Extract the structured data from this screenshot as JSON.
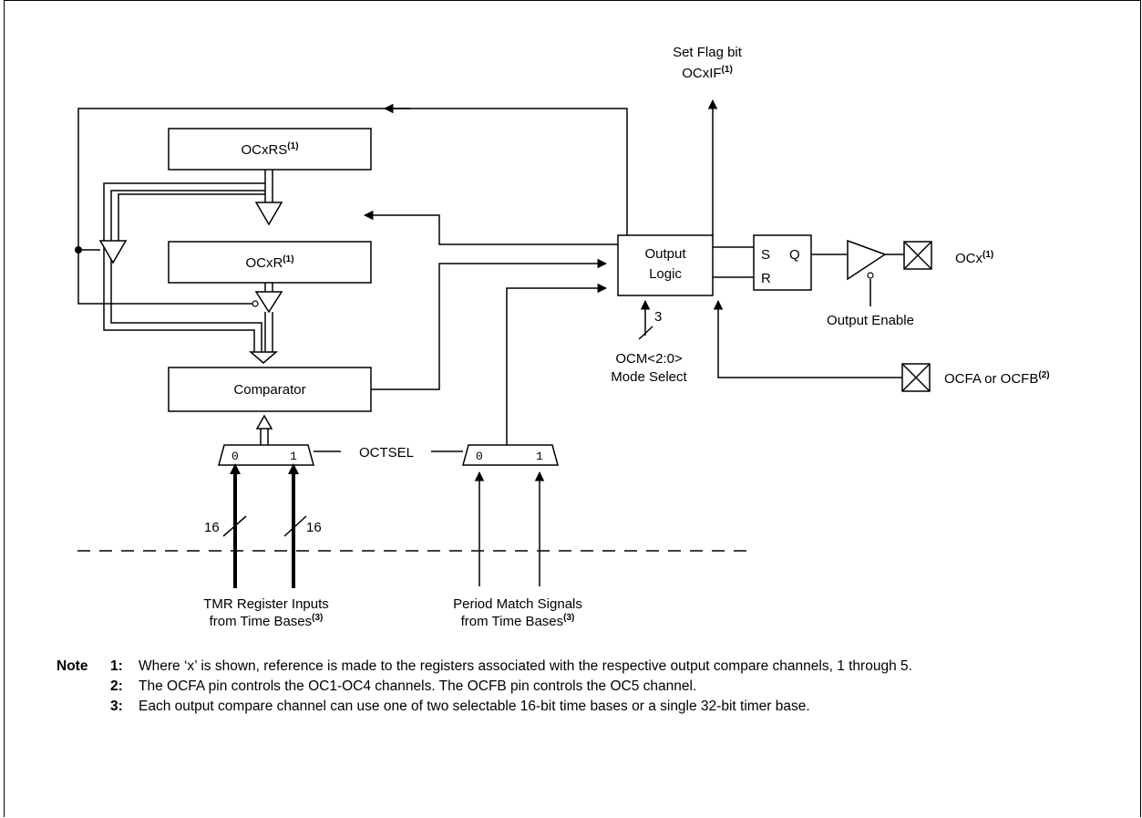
{
  "blocks": {
    "ocxrs": {
      "label": "OCxRS",
      "sup": "(1)"
    },
    "ocxr": {
      "label": "OCxR",
      "sup": "(1)"
    },
    "comparator": {
      "label": "Comparator"
    },
    "output_logic": {
      "line1": "Output",
      "line2": "Logic"
    },
    "sr_latch": {
      "s": "S",
      "r": "R",
      "q": "Q"
    }
  },
  "signals": {
    "set_flag": {
      "line1": "Set Flag bit",
      "line2": "OCxIF",
      "sup": "(1)"
    },
    "ocx_pin": {
      "label": "OCx",
      "sup": "(1)"
    },
    "output_enable": "Output Enable",
    "ocm": {
      "count": "3",
      "line1": "OCM<2:0>",
      "line2": "Mode Select"
    },
    "ocfa_pin": {
      "label": "OCFA or OCFB",
      "sup": "(2)"
    },
    "octsel": "OCTSEL",
    "mux_left": {
      "in0": "0",
      "in1": "1"
    },
    "mux_right": {
      "in0": "0",
      "in1": "1"
    },
    "bus_width_left": "16",
    "bus_width_right": "16",
    "tmr_inputs": {
      "line1": "TMR Register Inputs",
      "line2": "from Time Bases",
      "sup": "(3)"
    },
    "period_match": {
      "line1": "Period Match Signals",
      "line2": "from Time Bases",
      "sup": "(3)"
    }
  },
  "notes": {
    "heading": "Note",
    "items": [
      {
        "num": "1:",
        "text": "Where ‘x’ is shown, reference is made to the registers associated with the respective output compare channels, 1 through 5."
      },
      {
        "num": "2:",
        "text": "The OCFA pin controls the OC1-OC4 channels. The OCFB pin controls the OC5 channel."
      },
      {
        "num": "3:",
        "text": "Each output compare channel can use one of two selectable 16-bit time bases or a single 32-bit timer base."
      }
    ]
  }
}
